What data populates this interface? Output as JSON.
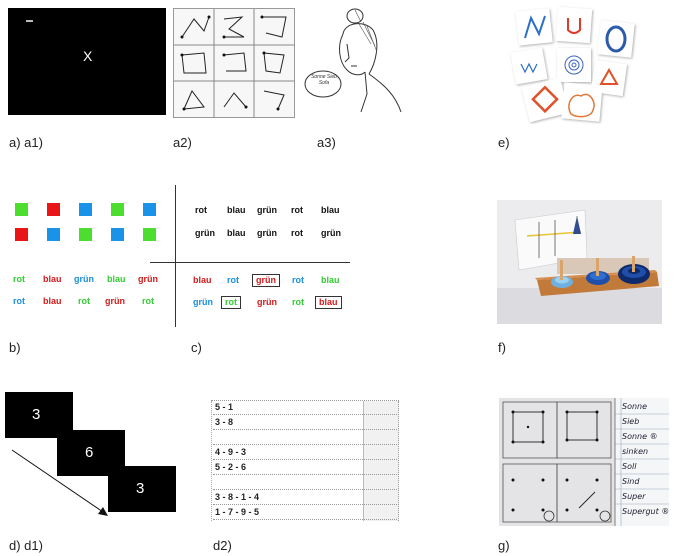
{
  "panel_a1": {
    "cross": "X"
  },
  "panel_a3": {
    "bubble_text": "Sonne Sieb Sofa"
  },
  "panel_b": {
    "word_rows": [
      [
        {
          "t": "rot",
          "c": "#33cc33"
        },
        {
          "t": "blau",
          "c": "#d21a1a"
        },
        {
          "t": "grün",
          "c": "#1a8fdd"
        },
        {
          "t": "blau",
          "c": "#33cc33"
        },
        {
          "t": "grün",
          "c": "#d21a1a"
        }
      ],
      [
        {
          "t": "rot",
          "c": "#1a8fdd"
        },
        {
          "t": "blau",
          "c": "#d21a1a"
        },
        {
          "t": "rot",
          "c": "#33cc33"
        },
        {
          "t": "grün",
          "c": "#d21a1a"
        },
        {
          "t": "rot",
          "c": "#33cc33"
        }
      ]
    ],
    "square_colors": [
      [
        "#4ddd2e",
        "#e81616",
        "#1893e8",
        "#4ddd2e",
        "#1893e8"
      ],
      [
        "#e81616",
        "#1893e8",
        "#4ddd2e",
        "#1893e8",
        "#4ddd2e"
      ]
    ]
  },
  "panel_c": {
    "top_rows": [
      [
        "rot",
        "blau",
        "grün",
        "rot",
        "blau"
      ],
      [
        "grün",
        "blau",
        "grün",
        "rot",
        "grün"
      ]
    ],
    "bottom_rows": [
      [
        {
          "t": "blau",
          "c": "#d21a1a",
          "b": false
        },
        {
          "t": "rot",
          "c": "#1a8fdd",
          "b": false
        },
        {
          "t": "grün",
          "c": "#d21a1a",
          "b": true
        },
        {
          "t": "rot",
          "c": "#1a8fdd",
          "b": false
        },
        {
          "t": "blau",
          "c": "#33cc33",
          "b": false
        }
      ],
      [
        {
          "t": "grün",
          "c": "#1a8fdd",
          "b": false
        },
        {
          "t": "rot",
          "c": "#33cc33",
          "b": true
        },
        {
          "t": "grün",
          "c": "#d21a1a",
          "b": false
        },
        {
          "t": "rot",
          "c": "#33cc33",
          "b": false
        },
        {
          "t": "blau",
          "c": "#d21a1a",
          "b": true
        }
      ]
    ]
  },
  "panel_d1": {
    "numbers": [
      "3",
      "6",
      "3"
    ]
  },
  "panel_d2": {
    "sequences": [
      "5 - 1",
      "3 - 8",
      "",
      "4 - 9 - 3",
      "5 - 2 - 6",
      "",
      "3 - 8 - 1 - 4",
      "1 - 7 - 9 - 5"
    ]
  },
  "panel_e": {
    "card_letters": [
      "N",
      "U",
      "O",
      "W",
      "@",
      "△",
      "◇",
      ""
    ]
  },
  "panel_g": {
    "words": [
      "Sonne",
      "Sieb",
      "Sonne ®",
      "sinken",
      "Soll",
      "Sind",
      "Super",
      "Supergut ®"
    ]
  },
  "captions": {
    "a_a1": "a) a1)",
    "a2": "a2)",
    "a3": "a3)",
    "e": "e)",
    "b": "b)",
    "c": "c)",
    "f": "f)",
    "d_d1": "d) d1)",
    "d2": "d2)",
    "g": "g)"
  },
  "colors": {
    "black": "#000000",
    "green": "#4ddd2e",
    "red": "#e81616",
    "blue": "#1893e8"
  }
}
